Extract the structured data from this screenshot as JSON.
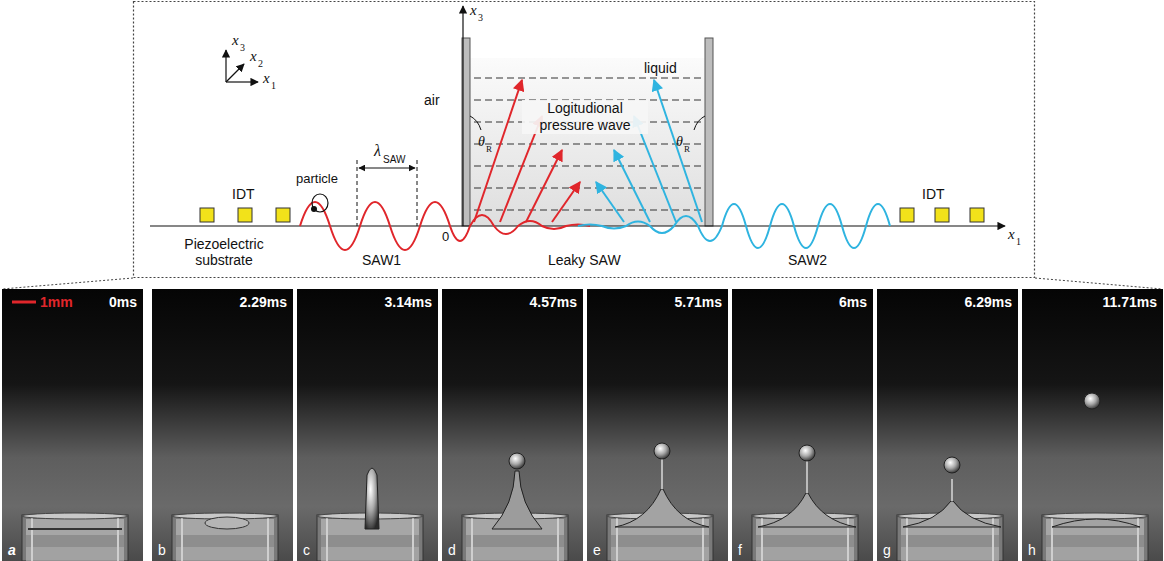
{
  "diagram": {
    "nodes": [
      {
        "text": [
          "liquid",
          "Logitudional pressure wave"
        ]
      },
      {
        "text": [
          "1mm",
          "0ms",
          "a"
        ]
      },
      {
        "text": [
          "2.29ms",
          "b"
        ]
      },
      {
        "text": [
          "3.14ms",
          "c"
        ]
      },
      {
        "text": [
          "4.57ms",
          "d"
        ]
      },
      {
        "text": [
          "5.71ms",
          "e"
        ]
      },
      {
        "text": [
          "6ms",
          "f"
        ]
      },
      {
        "text": [
          "6.29ms",
          "g"
        ]
      },
      {
        "text": [
          "11.71ms",
          "h"
        ]
      }
    ],
    "labels": [
      "x",
      "3",
      "x",
      "2",
      "x",
      "1",
      "x",
      "3",
      "IDT",
      "particle",
      "λ",
      "SAW",
      "air",
      "θ",
      "R",
      "θ",
      "R",
      "Piezoelectric substrate",
      "SAW1",
      "0",
      "Leaky SAW",
      "SAW2",
      "IDT",
      "x",
      "1"
    ]
  }
}
